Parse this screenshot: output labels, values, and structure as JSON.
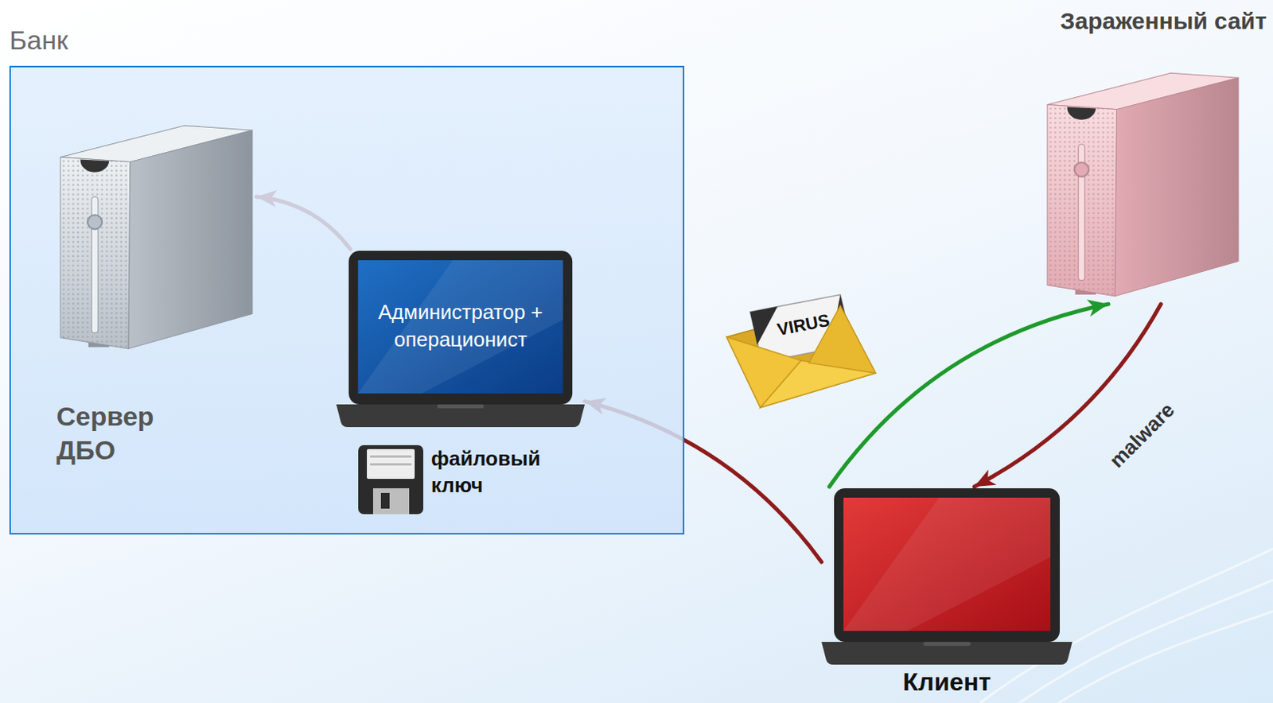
{
  "diagram": {
    "nodes": [
      {
        "text": [
          "Банк"
        ]
      },
      {
        "text": [
          "Сервер ДБО"
        ],
        "in": 0
      },
      {
        "text": [
          "Администратор + операционист"
        ],
        "in": 0
      },
      {
        "text": [
          "файловый ключ"
        ],
        "in": 0
      },
      {
        "text": [
          "Зараженный сайт"
        ]
      },
      {
        "text": [
          "Клиент"
        ]
      }
    ],
    "edges": [
      {
        "from": 2,
        "to": 1,
        "arrow": "to"
      },
      {
        "from": 5,
        "to": 2,
        "arrow": "to"
      },
      {
        "from": 5,
        "to": 4,
        "arrow": "to"
      },
      {
        "from": 4,
        "to": 5,
        "label": "malware",
        "arrow": "to"
      }
    ],
    "labels": [
      "VIRUS"
    ]
  }
}
